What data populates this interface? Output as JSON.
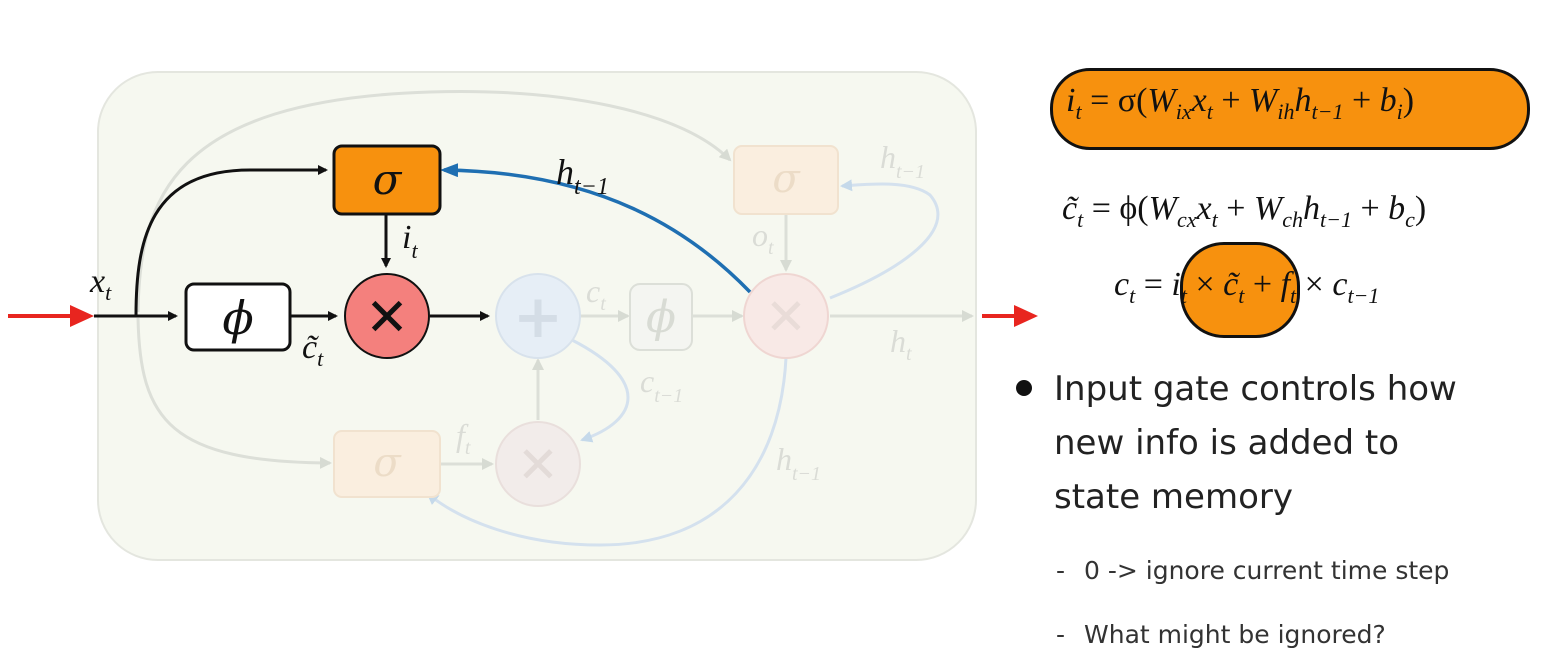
{
  "diagram": {
    "input_x_label": "x",
    "input_x_sub": "t",
    "input_gate_symbol": "σ",
    "input_gate_output_label": "i",
    "input_gate_output_sub": "t",
    "candidate_symbol": "ϕ",
    "candidate_label": "c̃",
    "candidate_sub": "t",
    "hidden_prev_label": "h",
    "hidden_prev_sub": "t−1",
    "output_gate_symbol": "σ",
    "output_gate_label": "o",
    "output_gate_sub": "t",
    "hidden_prev_label_2": "h",
    "hidden_prev_sub_2": "t−1",
    "cell_state_label": "c",
    "cell_state_sub": "t",
    "cell_tanh_symbol": "ϕ",
    "hidden_out_label": "h",
    "hidden_out_sub": "t",
    "cell_prev_label": "c",
    "cell_prev_sub": "t−1",
    "forget_gate_symbol": "σ",
    "forget_label": "f",
    "forget_sub": "t",
    "hidden_prev_label_3": "h",
    "hidden_prev_sub_3": "t−1",
    "multiply_symbol": "✕",
    "add_symbol": "+"
  },
  "equations": {
    "input_gate": {
      "lhs": "i",
      "lhs_sub": "t",
      "eq": " = σ(",
      "w1": "W",
      "w1_sub": "ix",
      "x": "x",
      "x_sub": "t",
      "plus1": " + ",
      "w2": "W",
      "w2_sub": "ih",
      "h": "h",
      "h_sub": "t−1",
      "plus2": " + ",
      "b": "b",
      "b_sub": "i",
      "close": ")"
    },
    "candidate": {
      "lhs": "c̃",
      "lhs_sub": "t",
      "eq": " = ϕ(",
      "w1": "W",
      "w1_sub": "cx",
      "x": "x",
      "x_sub": "t",
      "plus1": " + ",
      "w2": "W",
      "w2_sub": "ch",
      "h": "h",
      "h_sub": "t−1",
      "plus2": " + ",
      "b": "b",
      "b_sub": "c",
      "close": ")"
    },
    "cell_update": {
      "lhs": "c",
      "lhs_sub": "t",
      "eq": " = ",
      "i": "i",
      "i_sub": "t",
      "times1": " × ",
      "c_tilde": "c̃",
      "c_tilde_sub": "t",
      "plus": " + ",
      "f": "f",
      "f_sub": "t",
      "times2": " × ",
      "c_prev": "c",
      "c_prev_sub": "t−1"
    }
  },
  "bullets": [
    {
      "text": "Input gate controls how new info is added to state memory",
      "sub_items": [
        "0 -> ignore current time step",
        "What might be ignored?"
      ]
    }
  ],
  "colors": {
    "gate_orange": "#f7910e",
    "multiply_red": "#f4807d",
    "recurrent_blue": "#1f6fb2",
    "input_arrow_red": "#e8251f",
    "cell_background": "#f6f8f0",
    "faded": "#c9cdc5"
  }
}
